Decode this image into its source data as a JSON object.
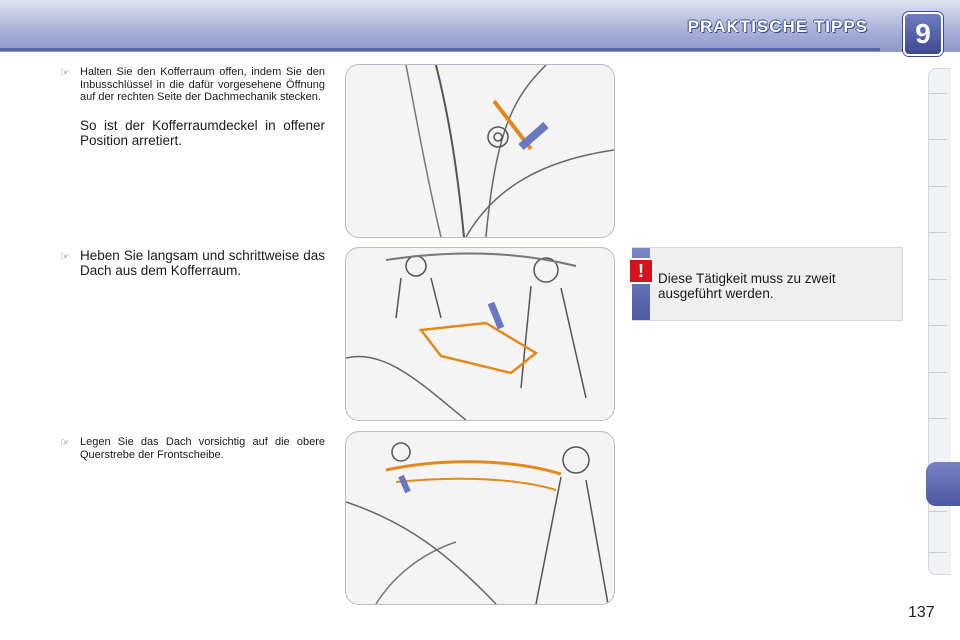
{
  "header": {
    "title": "PRAKTISCHE TIPPS",
    "chapter": "9"
  },
  "steps": [
    {
      "bullet": "☞",
      "text": "Halten Sie den Kofferraum offen, indem Sie den Inbusschlüssel in die dafür vorgesehene Öffnung auf der rechten Seite der Dachmechanik stecken.",
      "result": "So ist der Kofferraumdeckel in offener Position arretiert."
    },
    {
      "bullet": "☞",
      "text": "Heben Sie langsam und schrittweise das Dach aus dem Kofferraum."
    },
    {
      "bullet": "☞",
      "text": "Legen Sie das Dach vorsichtig auf die obere Querstrebe der Frontscheibe."
    }
  ],
  "warning": {
    "icon": "!",
    "text": "Diese Tätigkeit muss zu zweit ausgeführt werden."
  },
  "page_number": "137",
  "colors": {
    "header_blue": "#8c97c8",
    "accent_blue": "#4f5ba3",
    "warning_red": "#d4141c",
    "highlight_orange": "#e08a1e"
  }
}
